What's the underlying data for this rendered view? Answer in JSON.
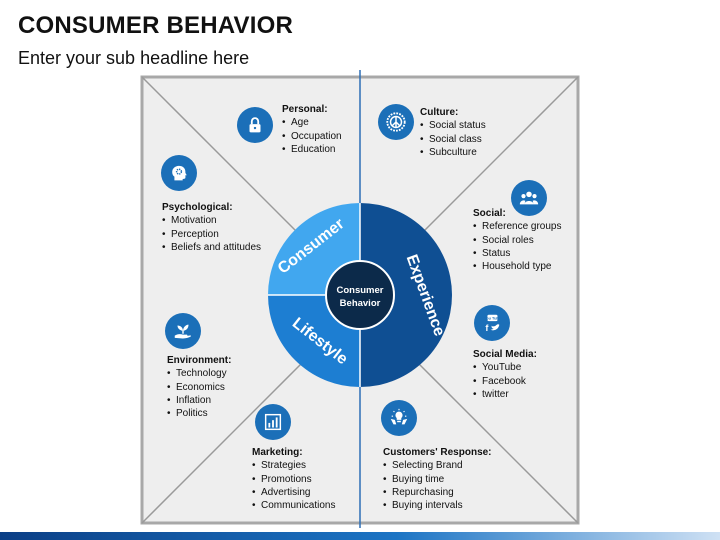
{
  "title": "CONSUMER BEHAVIOR",
  "subtitle": "Enter your sub headline here",
  "center": {
    "label_line1": "Consumer",
    "label_line2": "Behavior",
    "segments": [
      "Consumer",
      "Experience",
      "Lifestyle"
    ]
  },
  "colors": {
    "accent": "#1b6fb8",
    "light": "#41a7ef",
    "mid": "#1d7ed2",
    "dark": "#0f4f93",
    "core": "#0c2a4a"
  },
  "blocks": {
    "personal": {
      "heading": "Personal:",
      "icon": "lock-icon",
      "items": [
        "Age",
        "Occupation",
        "Education"
      ]
    },
    "culture": {
      "heading": "Culture:",
      "icon": "peace-icon",
      "items": [
        "Social status",
        "Social class",
        "Subculture"
      ]
    },
    "psychological": {
      "heading": "Psychological:",
      "icon": "head-gear-icon",
      "items": [
        "Motivation",
        "Perception",
        "Beliefs and attitudes"
      ]
    },
    "social": {
      "heading": "Social:",
      "icon": "group-icon",
      "items": [
        "Reference groups",
        "Social roles",
        "Status",
        "Household type"
      ]
    },
    "environment": {
      "heading": "Environment:",
      "icon": "plant-hand-icon",
      "items": [
        "Technology",
        "Economics",
        "Inflation",
        "Politics"
      ]
    },
    "social_media": {
      "heading": "Social Media:",
      "icon": "social-media-icon",
      "items": [
        "YouTube",
        "Facebook",
        "twitter"
      ]
    },
    "marketing": {
      "heading": "Marketing:",
      "icon": "bar-chart-icon",
      "items": [
        "Strategies",
        "Promotions",
        "Advertising",
        "Communications"
      ]
    },
    "customers_response": {
      "heading": "Customers' Response:",
      "icon": "lightbulb-hand-icon",
      "items": [
        "Selecting Brand",
        "Buying time",
        "Repurchasing",
        "Buying intervals"
      ]
    }
  },
  "social_media_logo_text": "You Tube"
}
